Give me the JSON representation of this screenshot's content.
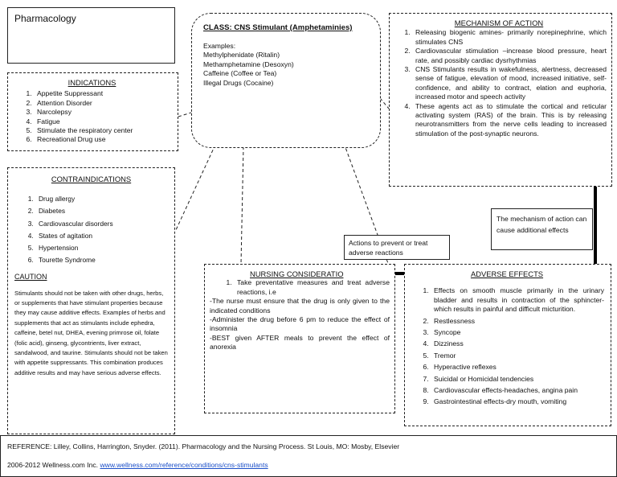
{
  "title": "Pharmacology",
  "class_box": {
    "heading": "CLASS: CNS Stimulant (Amphetaminies)",
    "examples_label": "Examples:",
    "examples": [
      "Methylphenidate (Ritalin)",
      "Methamphetamine (Desoxyn)",
      "Caffeine (Coffee or Tea)",
      "Illegal Drugs (Cocaine)"
    ]
  },
  "indications": {
    "heading": "INDICATIONS",
    "items": [
      "Appetite Suppressant",
      "Attention Disorder",
      "Narcolepsy",
      "Fatigue",
      "Stimulate the respiratory center",
      "Recreational Drug use"
    ]
  },
  "contraindications": {
    "heading": "CONTRAINDICATIONS",
    "items": [
      "Drug allergy",
      "Diabetes",
      "Cardiovascular disorders",
      "States of agitation",
      "Hypertension",
      "Tourette Syndrome"
    ],
    "caution_heading": "CAUTION",
    "caution_text": "Stimulants should not be taken with other drugs, herbs, or supplements that have stimulant properties because they may cause additive effects. Examples of herbs and supplements that act as stimulants include ephedra, caffeine, betel nut, DHEA, evening primrose oil, folate (folic acid), ginseng, glycontrients, liver extract, sandalwood, and taurine.  Stimulants should not be taken with appetite suppressants. This combination produces additive results and may have serious adverse effects."
  },
  "mechanism": {
    "heading": "MECHANISM OF ACTION",
    "items": [
      "Releasing biogenic amines- primarily norepinephrine, which stimulates CNS",
      "Cardiovascular stimulation –increase blood pressure, heart rate, and possibly cardiac dysrhythmias",
      "CNS Stimulants results in wakefulness, alertness, decreased sense of fatigue, elevation of mood, increased initiative, self-confidence, and ability to contract, elation and euphoria, increased motor and speech activity",
      "These agents act as to stimulate the cortical and reticular activating system (RAS) of the brain. This is by releasing neurotransmitters from the nerve cells leading to increased stimulation of the post-synaptic neurons."
    ]
  },
  "mechanism_note": "The mechanism of action can cause additional effects",
  "actions_note": "Actions to prevent or treat adverse reactions",
  "nursing": {
    "heading": "NURSING CONSIDERATIO",
    "items": [
      "Take preventative measures and treat adverse reactions, i.e"
    ],
    "lines": [
      "-The nurse must ensure that the drug is only given to the indicated conditions",
      "-Administer the drug before 6 pm to reduce the effect of insomnia",
      "-BEST given AFTER meals to prevent the effect of anorexia"
    ]
  },
  "adverse": {
    "heading": "ADVERSE EFFECTS",
    "items": [
      "Effects on smooth muscle primarily in the urinary bladder and results in contraction of the sphincter-which results in painful and difficult micturition.",
      "Restlessness",
      "Syncope",
      "Dizziness",
      "Tremor",
      "Hyperactive reflexes",
      "Suicidal or Homicidal tendencies",
      "Cardiovascular effects-headaches, angina pain",
      "Gastrointestinal effects-dry mouth, vomiting"
    ]
  },
  "reference": {
    "citation": "REFERENCE: Lilley, Collins, Harrington, Snyder. (2011). Pharmacology and the Nursing Process. St Louis, MO: Mosby, Elsevier",
    "website_prefix": "2006-2012 Wellness.com Inc.",
    "website_link": "www.wellness.com/reference/conditions/cns-stimulants"
  }
}
